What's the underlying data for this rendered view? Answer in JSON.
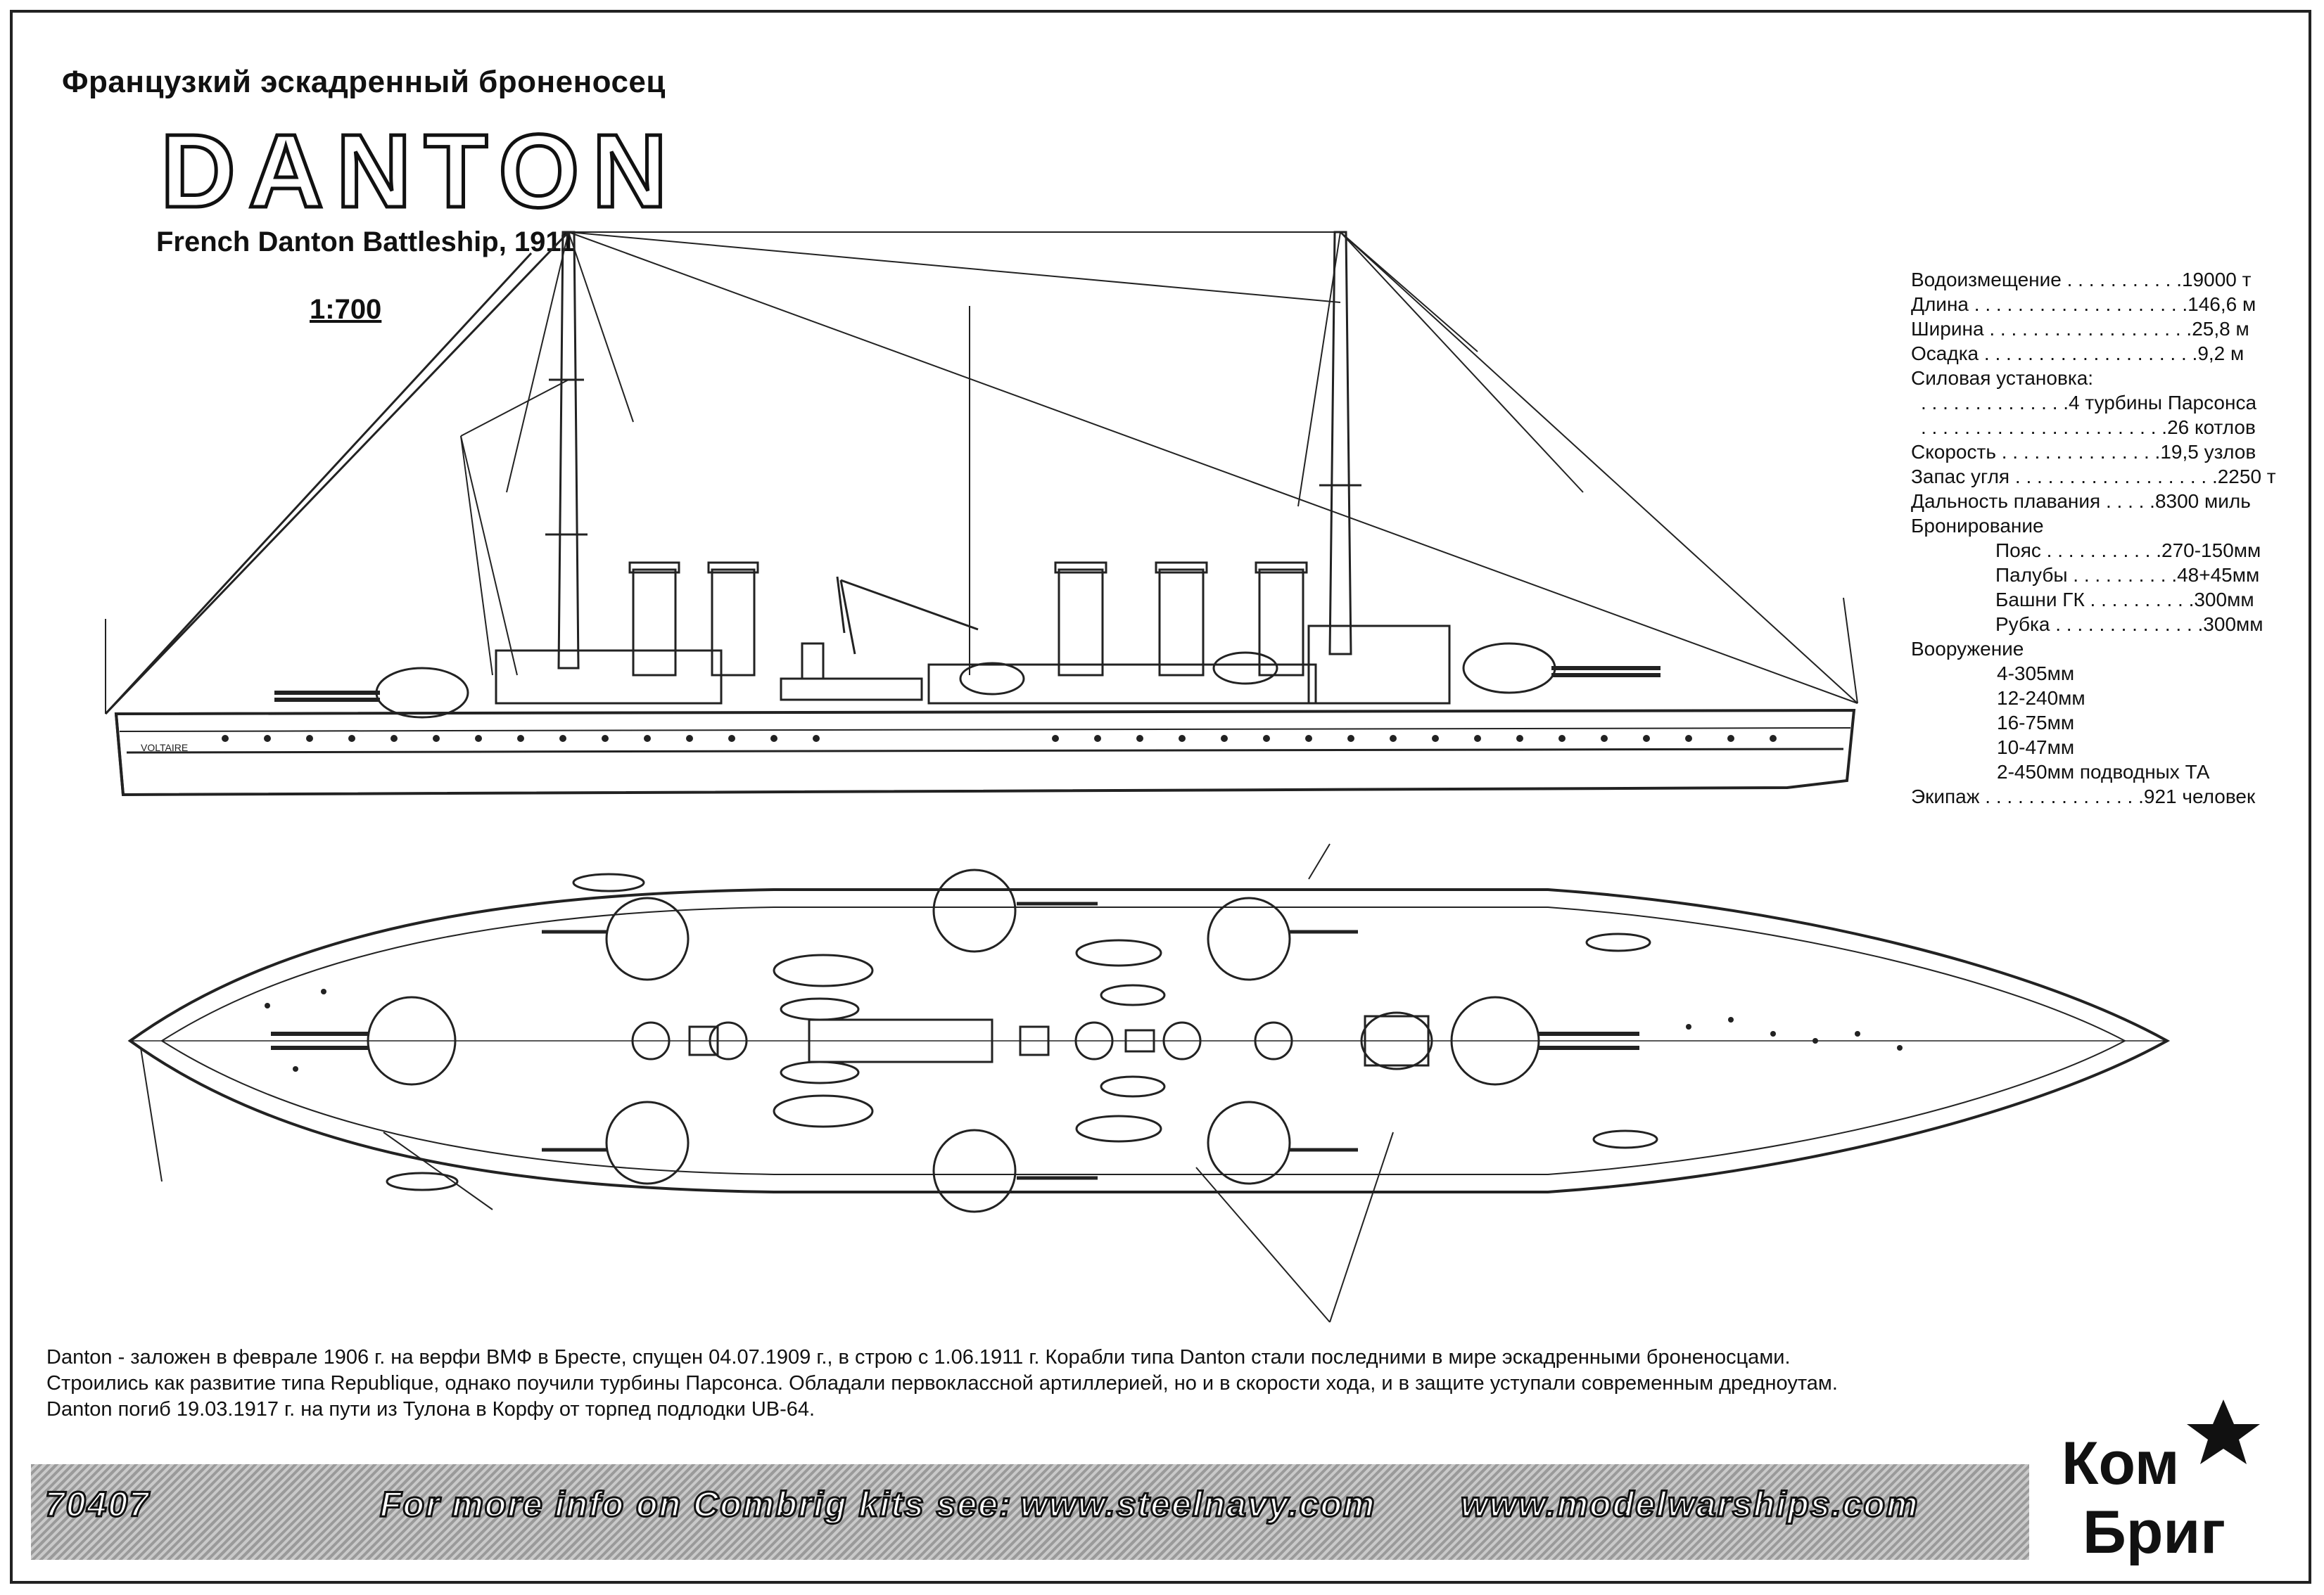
{
  "header": {
    "title_ru": "Французкий эскадренный броненосец",
    "ship_name": "DANTON",
    "title_en": "French Danton Battleship, 1911",
    "scale": "1:700"
  },
  "drawing": {
    "hull_lettering": "VOLTAIRE"
  },
  "specs": [
    {
      "label": "Водоизмещение",
      "dots": " . . . . . . . . . . .",
      "value": "19000 т",
      "indent": 0
    },
    {
      "label": "Длина",
      "dots": " . . . . . . . . . . . . . . . . . . . .",
      "value": "146,6 м",
      "indent": 0
    },
    {
      "label": "Ширина",
      "dots": " . . . . . . . . . . . . . . . . . . .",
      "value": "25,8 м",
      "indent": 0
    },
    {
      "label": "Осадка",
      "dots": " . . . . . . . . . . . . . . . . . . . .",
      "value": "9,2 м",
      "indent": 0
    },
    {
      "label": "Силовая установка:",
      "dots": "",
      "value": "",
      "indent": 0
    },
    {
      "label": "",
      "dots": ". . . . . . . . . . . . . .",
      "value": "4 турбины Парсонса",
      "indent": 3
    },
    {
      "label": "",
      "dots": ". . . . . . . . . . . . . . . . . . . . . . .",
      "value": "26 котлов",
      "indent": 3
    },
    {
      "label": "Скорость",
      "dots": " . . . . . . . . . . . . . . .",
      "value": "19,5 узлов",
      "indent": 0
    },
    {
      "label": "Запас угля",
      "dots": " . . . . . . . . . . . . . . . . . . .",
      "value": "2250 т",
      "indent": 0
    },
    {
      "label": "Дальность плавания",
      "dots": " . . . . .",
      "value": "8300 миль",
      "indent": 0
    },
    {
      "label": "Бронирование",
      "dots": "",
      "value": "",
      "indent": 0
    },
    {
      "label": "Пояс",
      "dots": " . . . . . . . . . . .",
      "value": "270-150мм",
      "indent": 2
    },
    {
      "label": "Палубы",
      "dots": " . . . . . . . . . .",
      "value": "48+45мм",
      "indent": 2
    },
    {
      "label": "Башни ГК",
      "dots": " . . . . . . . . . .",
      "value": "300мм",
      "indent": 2
    },
    {
      "label": "Рубка",
      "dots": " . . . . . . . . . . . . . .",
      "value": "300мм",
      "indent": 2
    },
    {
      "label": "Вооружение",
      "dots": "",
      "value": "",
      "indent": 0
    },
    {
      "label": "4-305мм",
      "dots": "",
      "value": "",
      "indent": 2
    },
    {
      "label": "12-240мм",
      "dots": "",
      "value": "",
      "indent": 2
    },
    {
      "label": "16-75мм",
      "dots": "",
      "value": "",
      "indent": 2
    },
    {
      "label": "10-47мм",
      "dots": "",
      "value": "",
      "indent": 2
    },
    {
      "label": "2-450мм подводных ТА",
      "dots": "",
      "value": "",
      "indent": 2
    },
    {
      "label": "Экипаж",
      "dots": " . . . . . . . . . . . . . . .",
      "value": "921 человек",
      "indent": 0
    }
  ],
  "description": [
    "Danton - заложен в феврале 1906 г. на верфи ВМФ в Бресте, спущен 04.07.1909 г., в строю с 1.06.1911 г. Корабли типа Danton стали последними в мире эскадренными броненосцами.",
    "Строились как развитие типа Republique, однако поучили турбины Парсонса. Обладали первоклассной артиллерией, но и в скорости хода, и в защите уступали современным дредноутам.",
    "Danton погиб 19.03.1917 г. на пути из Тулона в Корфу от торпед подлодки UB-64."
  ],
  "footer": {
    "kit_number": "70407",
    "more_info": "For more info on Combrig kits see:",
    "site1": "www.steelnavy.com",
    "site2": "www.modelwarships.com"
  },
  "logo": {
    "line1": "Ком",
    "line2": "Бриг"
  }
}
